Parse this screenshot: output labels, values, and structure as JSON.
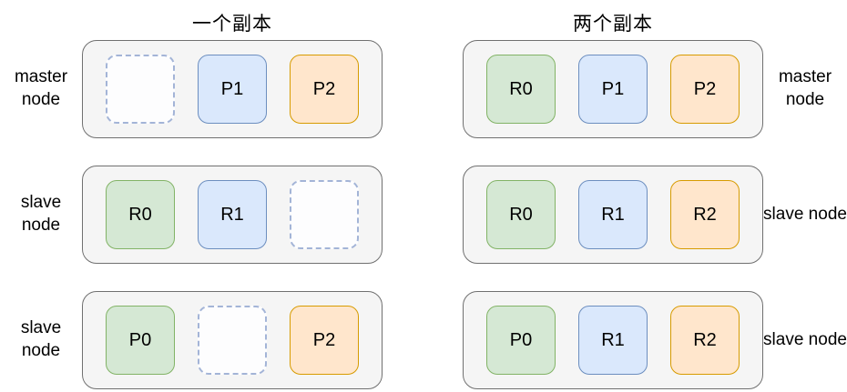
{
  "palette": {
    "background": "#ffffff",
    "node_fill": "#f5f5f5",
    "node_border": "#707070",
    "green_fill": "#d5e8d4",
    "green_border": "#82b366",
    "blue_fill": "#dae8fc",
    "blue_border": "#6c8ebf",
    "orange_fill": "#ffe6cc",
    "orange_border": "#d79b00",
    "empty_dash_border": "#a3b4d7",
    "text": "#000000"
  },
  "columns": [
    {
      "title": "一个副本",
      "label_side": "left",
      "nodes": [
        {
          "label": "master node",
          "slots": [
            {
              "kind": "empty"
            },
            {
              "kind": "shard",
              "text": "P1",
              "color": "blue"
            },
            {
              "kind": "shard",
              "text": "P2",
              "color": "orange"
            }
          ]
        },
        {
          "label": "slave node",
          "slots": [
            {
              "kind": "shard",
              "text": "R0",
              "color": "green"
            },
            {
              "kind": "shard",
              "text": "R1",
              "color": "blue"
            },
            {
              "kind": "empty"
            }
          ]
        },
        {
          "label": "slave node",
          "slots": [
            {
              "kind": "shard",
              "text": "P0",
              "color": "green"
            },
            {
              "kind": "empty"
            },
            {
              "kind": "shard",
              "text": "P2",
              "color": "orange"
            }
          ]
        }
      ]
    },
    {
      "title": "两个副本",
      "label_side": "right",
      "nodes": [
        {
          "label": "master node",
          "slots": [
            {
              "kind": "shard",
              "text": "R0",
              "color": "green"
            },
            {
              "kind": "shard",
              "text": "P1",
              "color": "blue"
            },
            {
              "kind": "shard",
              "text": "P2",
              "color": "orange"
            }
          ]
        },
        {
          "label": "slave node",
          "slots": [
            {
              "kind": "shard",
              "text": "R0",
              "color": "green"
            },
            {
              "kind": "shard",
              "text": "R1",
              "color": "blue"
            },
            {
              "kind": "shard",
              "text": "R2",
              "color": "orange"
            }
          ]
        },
        {
          "label": "slave node",
          "slots": [
            {
              "kind": "shard",
              "text": "P0",
              "color": "green"
            },
            {
              "kind": "shard",
              "text": "R1",
              "color": "blue"
            },
            {
              "kind": "shard",
              "text": "R2",
              "color": "orange"
            }
          ]
        }
      ]
    }
  ]
}
